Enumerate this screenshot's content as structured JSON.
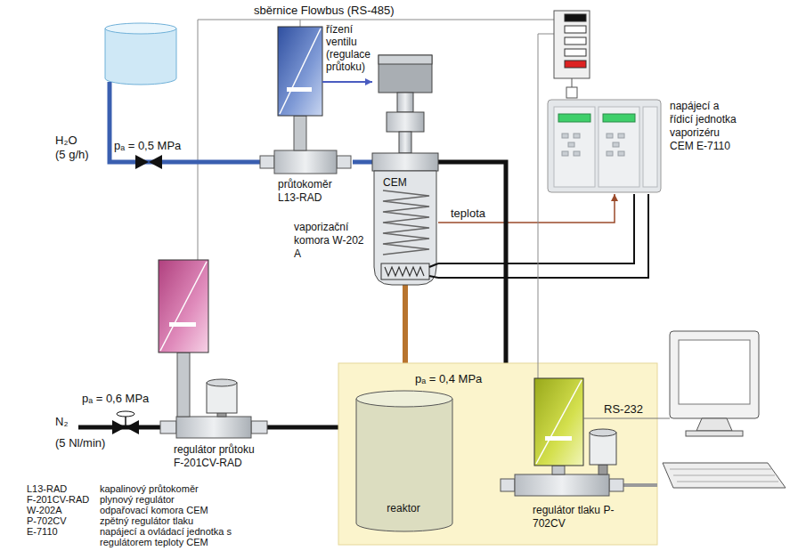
{
  "diagram": {
    "nodes": [
      {
        "text": [
          "průtokoměr L13-RAD"
        ]
      },
      {
        "text": [
          "vaporizační komora W-202 A",
          "CEM"
        ]
      },
      {
        "text": [
          "napájecí a řídicí jednotka vaporizéru CEM E-7110"
        ]
      },
      {
        "text": [
          "regulátor průtoku F-201CV-RAD"
        ]
      },
      {
        "text": [
          "reaktor"
        ]
      },
      {
        "text": [
          "regulátor tlaku P-702CV"
        ]
      }
    ],
    "edges": [
      {
        "from": 0,
        "to": 1,
        "arrow": "none"
      },
      {
        "from": 0,
        "to": 1,
        "label": "řízení ventilu (regulace průtoku)",
        "arrow": "to"
      },
      {
        "from": 1,
        "to": 2,
        "label": "teplota",
        "arrow": "to"
      },
      {
        "from": 2,
        "to": 1,
        "arrow": "none"
      },
      {
        "from": 3,
        "to": 1,
        "arrow": "none"
      },
      {
        "from": 1,
        "to": 4,
        "arrow": "none"
      },
      {
        "from": 4,
        "to": 5,
        "arrow": "none"
      }
    ],
    "labels": [
      "sběrnice Flowbus (RS-485)",
      "H₂O",
      "(5 g/h)",
      "pₐ = 0,5 MPa",
      "pₐ = 0,6 MPa",
      "N₂",
      "(5 Nl/min)",
      "pₐ = 0,4 MPa",
      "RS-232",
      "L13-RAD",
      "kapalinový průtokoměr",
      "F-201CV-RAD",
      "plynový regulátor",
      "W-202A",
      "odpařovací komora CEM",
      "P-702CV",
      "zpětný regulátor tlaku",
      "E-7110",
      "napájecí a ovládací jednotka s regulátorem teploty CEM"
    ]
  }
}
